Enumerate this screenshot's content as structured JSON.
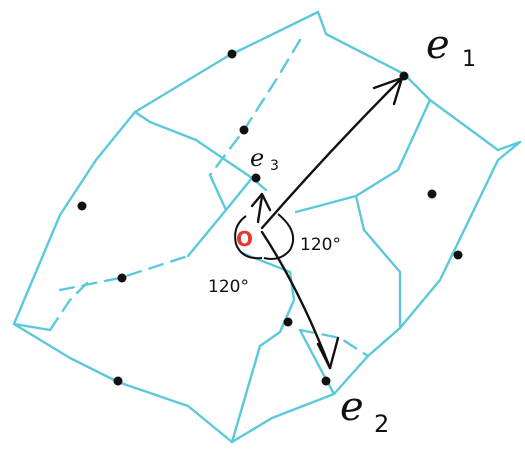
{
  "diagram": {
    "vectors": [
      {
        "name": "e1",
        "letter": "e",
        "sub": "1"
      },
      {
        "name": "e2",
        "letter": "e",
        "sub": "2"
      },
      {
        "name": "e3",
        "letter": "e",
        "sub": "3"
      }
    ],
    "origin_label": "O",
    "angle_labels": [
      "120°",
      "120°"
    ],
    "colors": {
      "cell_edges": "#5bc8dc",
      "origin": "#e23b2e",
      "vectors": "#111111"
    }
  }
}
